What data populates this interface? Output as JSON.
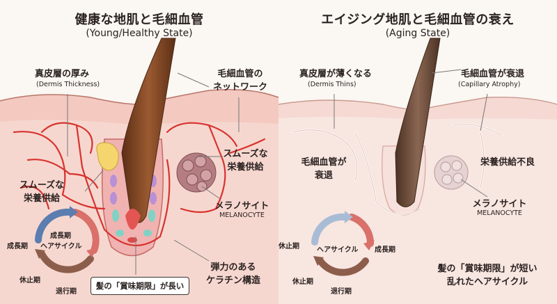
{
  "left": {
    "title": "健康な地肌と毛細血管",
    "subtitle": "(Young/Healthy State)",
    "dermis_thickness": {
      "jp": "真皮層の厚み",
      "en": "(Dermis Thickness)"
    },
    "capillary_network": {
      "jp_line1": "毛細血管の",
      "jp_line2": "ネットワーク"
    },
    "smooth_nutrition_right": {
      "line1": "スムーズな",
      "line2": "栄養供給"
    },
    "smooth_nutrition_left": {
      "line1": "スムーズな",
      "line2": "栄養供給"
    },
    "melanocyte": {
      "jp": "メラノサイト",
      "en": "MELANOCYTE"
    },
    "elastic_keratin": {
      "line1": "弾力のある",
      "line2": "ケラチン構造"
    },
    "cycle": {
      "center_line1": "成長期",
      "center_line2": "ヘアサイクル",
      "growth": "成長期",
      "rest": "休止期",
      "regression": "退行期"
    },
    "expiry_note": "髪の「賞味期限」が長い"
  },
  "right": {
    "title": "エイジング地肌と毛細血管の衰え",
    "subtitle": "(Aging State)",
    "dermis_thins": {
      "jp": "真皮層が薄くなる",
      "en": "(Dermis Thins)"
    },
    "capillary_atrophy": {
      "jp": "毛細血管が衰退",
      "en": "(Capillary Atrophy)"
    },
    "capillary_decline": {
      "line1": "毛細血管が",
      "line2": "衰退"
    },
    "poor_nutrition": "栄養供給不良",
    "melanocyte": {
      "jp": "メラノサイト",
      "en": "MELANOCYTE"
    },
    "cycle": {
      "center": "ヘアサイクル",
      "rest": "休止期",
      "growth": "成長期",
      "regression": "退行期"
    },
    "expiry_note": {
      "line1": "髪の「賞味期限」が短い",
      "line2": "乱れたヘアサイクル"
    }
  },
  "colors": {
    "vessel": "#d8322e",
    "skin_outer": "#f3c9c0",
    "skin_inner": "#f8dcd4",
    "hair": "#7a4322",
    "pale_vessel": "#f2f2f2",
    "cycle_blue": "#5b7db0",
    "cycle_red": "#d9706a",
    "cycle_brown": "#8d5d4b"
  }
}
